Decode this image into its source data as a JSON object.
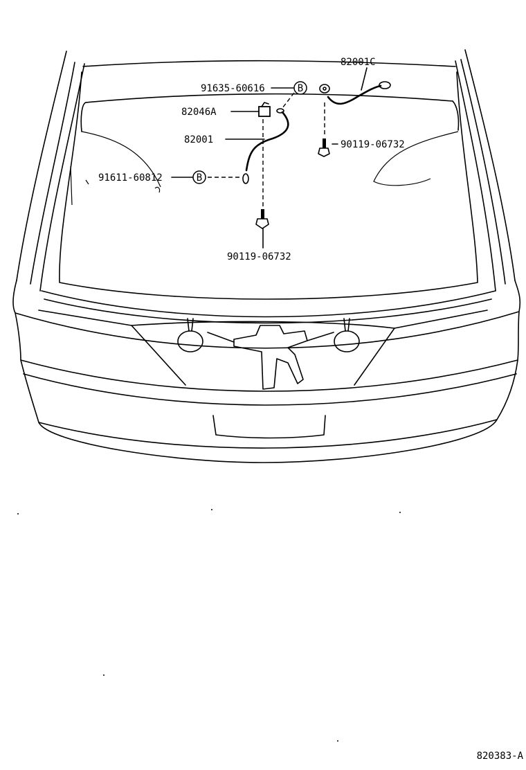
{
  "part_labels": {
    "p1": "82001C",
    "p2": "91635-60616",
    "p3": "82046A",
    "p4": "82001",
    "p5": "90119-06732",
    "p6": "91611-60812",
    "p7": "90119-06732"
  },
  "marker_letter": "B",
  "drawing_number": "820383-A"
}
